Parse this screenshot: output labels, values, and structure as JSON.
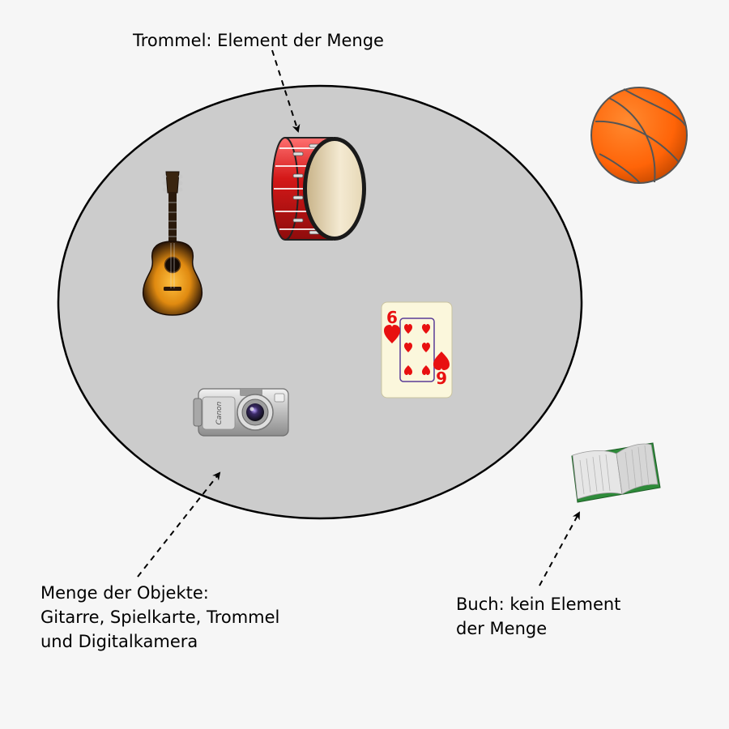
{
  "labels": {
    "drum": "Trommel: Element der Menge",
    "set_lines": [
      "Menge der Objekte:",
      "Gitarre, Spielkarte, Trommel",
      "und Digitalkamera"
    ],
    "book_lines": [
      "Buch: kein Element",
      "der Menge"
    ]
  },
  "card": {
    "rank": "6",
    "rank_inverted": "9"
  },
  "camera": {
    "brand": "Canon"
  },
  "colors": {
    "background": "#f6f6f6",
    "set_fill": "#cccccc",
    "set_stroke": "#000000",
    "drum_red": "#d42020",
    "drum_head": "#efe4c8",
    "basketball": "#ff6a10",
    "book_cover": "#2e8b3a",
    "card_red": "#e81010",
    "card_face": "#fbf7dc",
    "guitar_body": "#e8940c"
  },
  "objects": {
    "inside_set": [
      "guitar-icon",
      "drum-icon",
      "playing-card-icon",
      "camera-icon"
    ],
    "outside_set": [
      "basketball-icon",
      "book-icon"
    ]
  }
}
